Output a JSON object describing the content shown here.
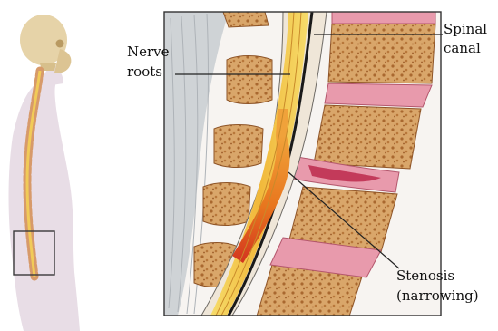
{
  "labels": {
    "nerve_line1": "Nerve",
    "nerve_line2": "roots",
    "spinal_line1": "Spinal",
    "spinal_line2": "canal",
    "stenosis_line1": "Stenosis",
    "stenosis_line2": "(narrowing)"
  },
  "colors": {
    "body_silhouette": "#e8dde6",
    "skull": "#e6d3a8",
    "bone": "#d9a66a",
    "bone_texture": "#a9682f",
    "disc": "#e89aac",
    "disc_core": "#c33a5a",
    "spinal_cord": "#f3c84a",
    "nerve_orange": "#e8761e",
    "nerve_red": "#d3341f",
    "muscle": "#cfd3d6",
    "border": "#333333"
  }
}
